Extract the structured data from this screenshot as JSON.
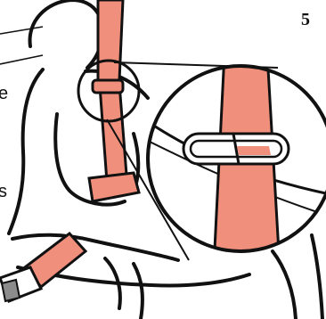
{
  "step_number": "5",
  "edge_text": [
    "e",
    "s"
  ],
  "colors": {
    "belt": "#f08f7c",
    "belt_dark": "#e05a48",
    "outline": "#111111",
    "buckle_tab": "#8c8c8c",
    "background": "#ffffff"
  },
  "icons": [
    "seatbelt-clip-icon",
    "buckle-icon"
  ]
}
